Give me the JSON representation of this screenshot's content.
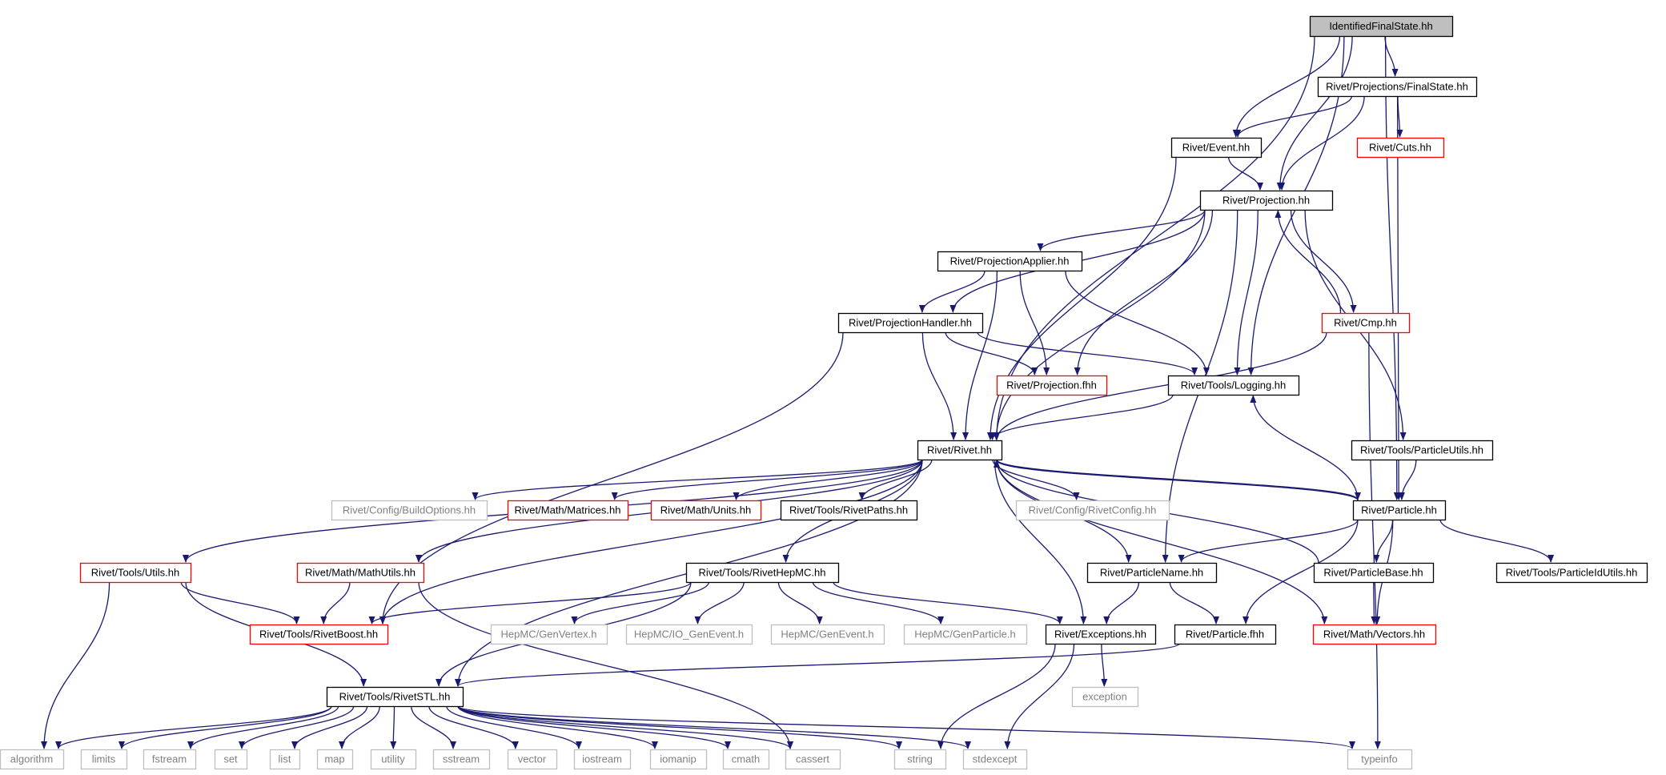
{
  "colors": {
    "edge": "#191970",
    "root_fill": "#bfbfbf",
    "documented_border": "#000000",
    "truncated_border": "#ff0000",
    "undocumented_border": "#bfbfbf",
    "undocumented_text": "#808080"
  },
  "nodes": [
    {
      "id": "root",
      "label": "IdentifiedFinalState.hh",
      "kind": "root"
    },
    {
      "id": "finalstate",
      "label": "Rivet/Projections/FinalState.hh",
      "kind": "normal"
    },
    {
      "id": "event",
      "label": "Rivet/Event.hh",
      "kind": "normal"
    },
    {
      "id": "cuts",
      "label": "Rivet/Cuts.hh",
      "kind": "truncated"
    },
    {
      "id": "projection",
      "label": "Rivet/Projection.hh",
      "kind": "normal"
    },
    {
      "id": "projapplier",
      "label": "Rivet/ProjectionApplier.hh",
      "kind": "normal"
    },
    {
      "id": "projhandler",
      "label": "Rivet/ProjectionHandler.hh",
      "kind": "normal"
    },
    {
      "id": "cmp",
      "label": "Rivet/Cmp.hh",
      "kind": "truncated"
    },
    {
      "id": "projfhh",
      "label": "Rivet/Projection.fhh",
      "kind": "truncated"
    },
    {
      "id": "logging",
      "label": "Rivet/Tools/Logging.hh",
      "kind": "normal"
    },
    {
      "id": "rivet",
      "label": "Rivet/Rivet.hh",
      "kind": "normal"
    },
    {
      "id": "particleutils",
      "label": "Rivet/Tools/ParticleUtils.hh",
      "kind": "normal"
    },
    {
      "id": "buildoptions",
      "label": "Rivet/Config/BuildOptions.hh",
      "kind": "external"
    },
    {
      "id": "matrices",
      "label": "Rivet/Math/Matrices.hh",
      "kind": "truncated"
    },
    {
      "id": "units",
      "label": "Rivet/Math/Units.hh",
      "kind": "truncated"
    },
    {
      "id": "rivetpaths",
      "label": "Rivet/Tools/RivetPaths.hh",
      "kind": "normal"
    },
    {
      "id": "rivetconfig",
      "label": "Rivet/Config/RivetConfig.hh",
      "kind": "external"
    },
    {
      "id": "particle",
      "label": "Rivet/Particle.hh",
      "kind": "normal"
    },
    {
      "id": "utils",
      "label": "Rivet/Tools/Utils.hh",
      "kind": "truncated"
    },
    {
      "id": "mathutils",
      "label": "Rivet/Math/MathUtils.hh",
      "kind": "truncated"
    },
    {
      "id": "rivethepmc",
      "label": "Rivet/Tools/RivetHepMC.hh",
      "kind": "normal"
    },
    {
      "id": "particlename",
      "label": "Rivet/ParticleName.hh",
      "kind": "normal"
    },
    {
      "id": "particlebase",
      "label": "Rivet/ParticleBase.hh",
      "kind": "normal"
    },
    {
      "id": "particleidutils",
      "label": "Rivet/Tools/ParticleIdUtils.hh",
      "kind": "normal"
    },
    {
      "id": "rivetboost",
      "label": "Rivet/Tools/RivetBoost.hh",
      "kind": "truncated"
    },
    {
      "id": "genvertex",
      "label": "HepMC/GenVertex.h",
      "kind": "external"
    },
    {
      "id": "iogenevent",
      "label": "HepMC/IO_GenEvent.h",
      "kind": "external"
    },
    {
      "id": "genevent",
      "label": "HepMC/GenEvent.h",
      "kind": "external"
    },
    {
      "id": "genparticle",
      "label": "HepMC/GenParticle.h",
      "kind": "external"
    },
    {
      "id": "exceptions",
      "label": "Rivet/Exceptions.hh",
      "kind": "normal"
    },
    {
      "id": "particlefhh",
      "label": "Rivet/Particle.fhh",
      "kind": "normal"
    },
    {
      "id": "vectors",
      "label": "Rivet/Math/Vectors.hh",
      "kind": "truncated"
    },
    {
      "id": "exception",
      "label": "exception",
      "kind": "external"
    },
    {
      "id": "rivetstl",
      "label": "Rivet/Tools/RivetSTL.hh",
      "kind": "normal"
    },
    {
      "id": "algorithm",
      "label": "algorithm",
      "kind": "external"
    },
    {
      "id": "limits",
      "label": "limits",
      "kind": "external"
    },
    {
      "id": "fstream",
      "label": "fstream",
      "kind": "external"
    },
    {
      "id": "set",
      "label": "set",
      "kind": "external"
    },
    {
      "id": "list",
      "label": "list",
      "kind": "external"
    },
    {
      "id": "map",
      "label": "map",
      "kind": "external"
    },
    {
      "id": "utility",
      "label": "utility",
      "kind": "external"
    },
    {
      "id": "sstream",
      "label": "sstream",
      "kind": "external"
    },
    {
      "id": "vector",
      "label": "vector",
      "kind": "external"
    },
    {
      "id": "iostream",
      "label": "iostream",
      "kind": "external"
    },
    {
      "id": "iomanip",
      "label": "iomanip",
      "kind": "external"
    },
    {
      "id": "cmath",
      "label": "cmath",
      "kind": "external"
    },
    {
      "id": "cassert",
      "label": "cassert",
      "kind": "external"
    },
    {
      "id": "string",
      "label": "string",
      "kind": "external"
    },
    {
      "id": "stdexcept",
      "label": "stdexcept",
      "kind": "external"
    },
    {
      "id": "typeinfo",
      "label": "typeinfo",
      "kind": "external"
    }
  ],
  "edges": [
    [
      "root",
      "finalstate"
    ],
    [
      "root",
      "event"
    ],
    [
      "root",
      "projection"
    ],
    [
      "root",
      "logging"
    ],
    [
      "root",
      "rivet"
    ],
    [
      "root",
      "particle"
    ],
    [
      "finalstate",
      "event"
    ],
    [
      "finalstate",
      "cuts"
    ],
    [
      "finalstate",
      "projection"
    ],
    [
      "finalstate",
      "particle"
    ],
    [
      "event",
      "projection"
    ],
    [
      "event",
      "rivet"
    ],
    [
      "projection",
      "projapplier"
    ],
    [
      "projection",
      "projhandler"
    ],
    [
      "projection",
      "projfhh"
    ],
    [
      "projection",
      "logging"
    ],
    [
      "projection",
      "cmp"
    ],
    [
      "projection",
      "rivet"
    ],
    [
      "projection",
      "particlename"
    ],
    [
      "projection",
      "particleutils"
    ],
    [
      "projapplier",
      "projhandler"
    ],
    [
      "projapplier",
      "projfhh"
    ],
    [
      "projapplier",
      "logging"
    ],
    [
      "projapplier",
      "rivet"
    ],
    [
      "projhandler",
      "projfhh"
    ],
    [
      "projhandler",
      "logging"
    ],
    [
      "projhandler",
      "rivet"
    ],
    [
      "projhandler",
      "rivetboost"
    ],
    [
      "cmp",
      "projection"
    ],
    [
      "cmp",
      "rivet"
    ],
    [
      "cmp",
      "typeinfo"
    ],
    [
      "logging",
      "rivet"
    ],
    [
      "rivet",
      "buildoptions"
    ],
    [
      "rivet",
      "matrices"
    ],
    [
      "rivet",
      "units"
    ],
    [
      "rivet",
      "rivetpaths"
    ],
    [
      "rivet",
      "rivetconfig"
    ],
    [
      "rivet",
      "particle"
    ],
    [
      "rivet",
      "utils"
    ],
    [
      "rivet",
      "mathutils"
    ],
    [
      "rivet",
      "rivethepmc"
    ],
    [
      "rivet",
      "particlename"
    ],
    [
      "rivet",
      "exceptions"
    ],
    [
      "rivet",
      "vectors"
    ],
    [
      "rivet",
      "rivetstl"
    ],
    [
      "rivet",
      "rivetboost"
    ],
    [
      "particleutils",
      "particle"
    ],
    [
      "particle",
      "rivet"
    ],
    [
      "particle",
      "logging"
    ],
    [
      "particle",
      "particlename"
    ],
    [
      "particle",
      "particlebase"
    ],
    [
      "particle",
      "particleidutils"
    ],
    [
      "particle",
      "particlefhh"
    ],
    [
      "particle",
      "vectors"
    ],
    [
      "particlebase",
      "rivet"
    ],
    [
      "particlebase",
      "vectors"
    ],
    [
      "utils",
      "rivetboost"
    ],
    [
      "utils",
      "rivetstl"
    ],
    [
      "utils",
      "algorithm"
    ],
    [
      "mathutils",
      "rivetboost"
    ],
    [
      "mathutils",
      "cassert"
    ],
    [
      "rivethepmc",
      "rivetboost"
    ],
    [
      "rivethepmc",
      "genvertex"
    ],
    [
      "rivethepmc",
      "iogenevent"
    ],
    [
      "rivethepmc",
      "genevent"
    ],
    [
      "rivethepmc",
      "genparticle"
    ],
    [
      "rivethepmc",
      "exceptions"
    ],
    [
      "rivethepmc",
      "rivetstl"
    ],
    [
      "particlename",
      "exceptions"
    ],
    [
      "particlename",
      "particlefhh"
    ],
    [
      "exceptions",
      "exception"
    ],
    [
      "exceptions",
      "string"
    ],
    [
      "exceptions",
      "stdexcept"
    ],
    [
      "particlefhh",
      "rivetstl"
    ],
    [
      "rivetstl",
      "algorithm"
    ],
    [
      "rivetstl",
      "limits"
    ],
    [
      "rivetstl",
      "fstream"
    ],
    [
      "rivetstl",
      "set"
    ],
    [
      "rivetstl",
      "list"
    ],
    [
      "rivetstl",
      "map"
    ],
    [
      "rivetstl",
      "utility"
    ],
    [
      "rivetstl",
      "sstream"
    ],
    [
      "rivetstl",
      "vector"
    ],
    [
      "rivetstl",
      "iostream"
    ],
    [
      "rivetstl",
      "iomanip"
    ],
    [
      "rivetstl",
      "cmath"
    ],
    [
      "rivetstl",
      "cassert"
    ],
    [
      "rivetstl",
      "string"
    ],
    [
      "rivetstl",
      "stdexcept"
    ],
    [
      "rivetstl",
      "typeinfo"
    ]
  ]
}
